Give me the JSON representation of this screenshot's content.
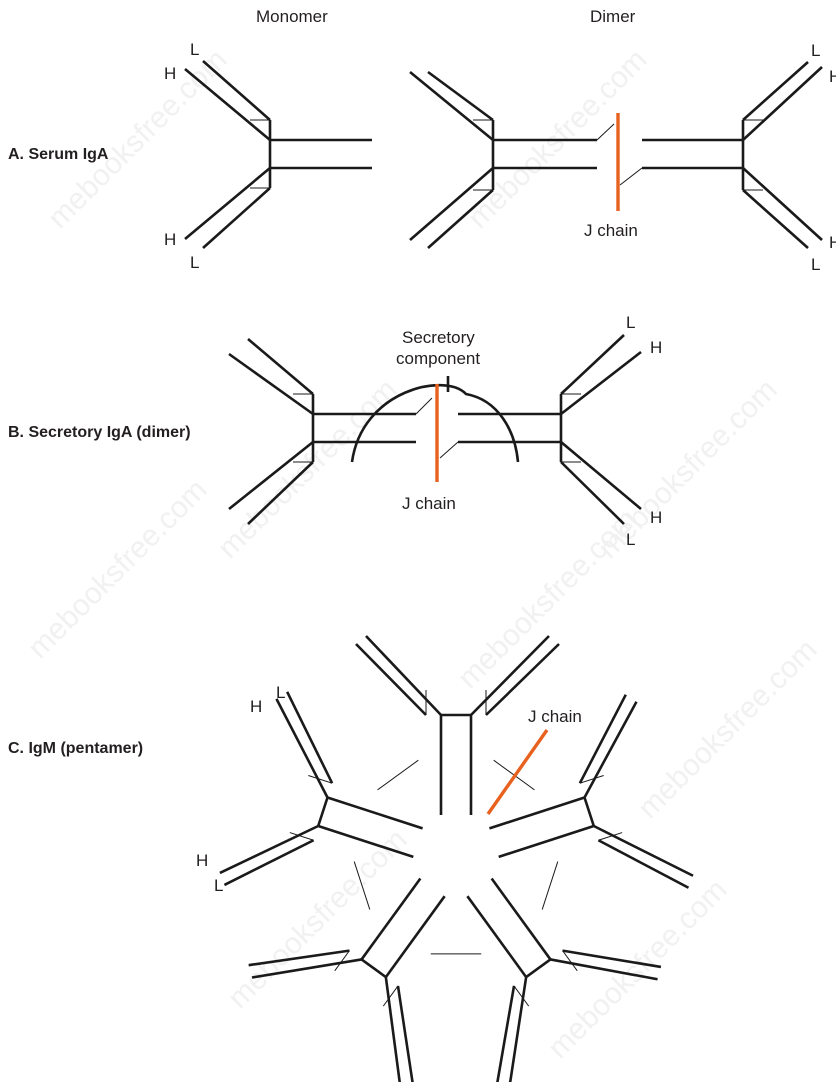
{
  "headers": {
    "monomer": "Monomer",
    "dimer": "Dimer"
  },
  "sections": {
    "a": "A. Serum IgA",
    "b": "B. Secretory IgA (dimer)",
    "c": "C. IgM (pentamer)"
  },
  "chain_labels": {
    "heavy": "H",
    "light": "L"
  },
  "j_chain": "J chain",
  "secretory_component": [
    "Secretory",
    "component"
  ],
  "watermark": "mebooksfree.com",
  "colors": {
    "j_chain": "#e8611f",
    "line": "#1a1a1a"
  }
}
